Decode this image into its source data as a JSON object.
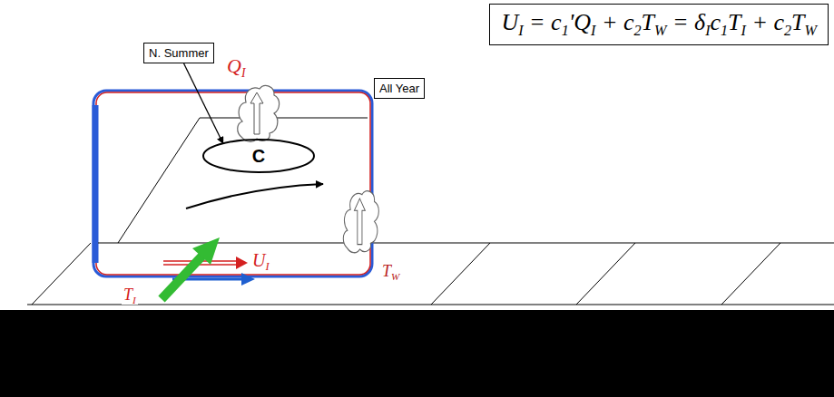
{
  "diagram": {
    "nodes": [
      {
        "text": [
          "UI = c1'QI + c2TW = δIc1TI + c2TW"
        ]
      },
      {
        "text": [
          "N. Summer"
        ]
      },
      {
        "text": [
          "All Year"
        ]
      },
      {
        "text": [
          "C"
        ]
      }
    ],
    "edges": [
      {
        "from": 1,
        "to": 3,
        "arrow": "to"
      }
    ],
    "labels": [
      "QI",
      "UI",
      "TW",
      "TI"
    ]
  }
}
